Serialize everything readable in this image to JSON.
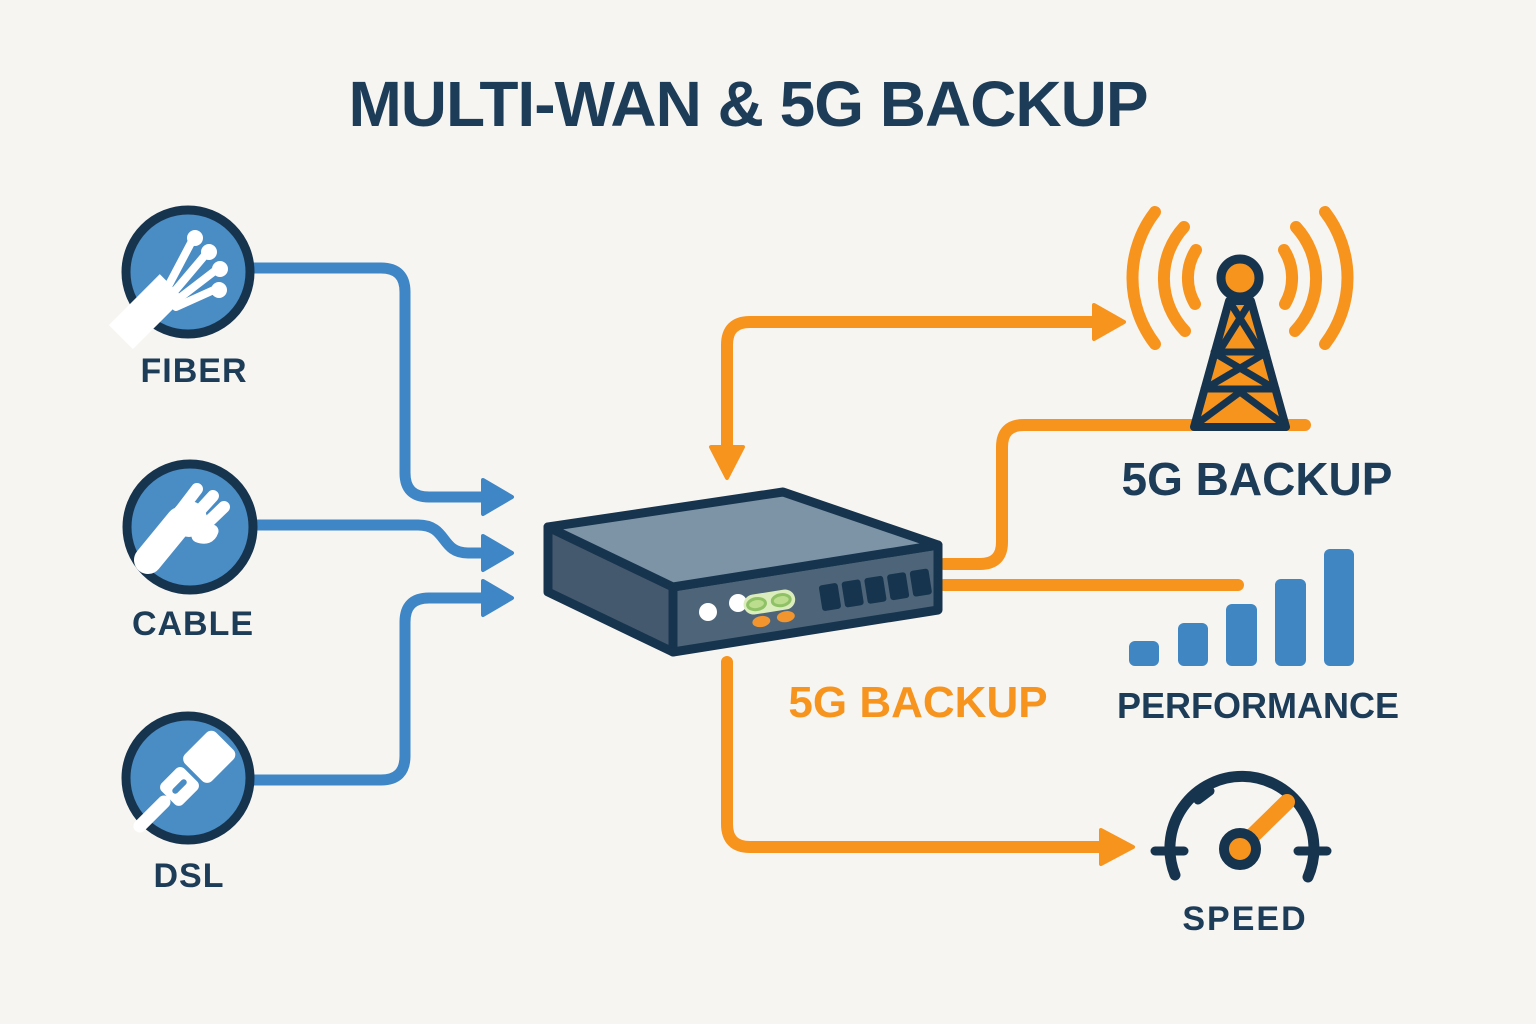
{
  "title": "MULTI-WAN & 5G BACKUP",
  "wan_sources": [
    {
      "label": "FIBER"
    },
    {
      "label": "CABLE"
    },
    {
      "label": "DSL"
    }
  ],
  "tower": {
    "label": "5G BACKUP"
  },
  "backup_path": {
    "label": "5G BACKUP"
  },
  "performance": {
    "label": "PERFORMANCE"
  },
  "speed": {
    "label": "SPEED"
  },
  "colors": {
    "navy": "#1D3C58",
    "blue": "#4A8CC4",
    "blue_line": "#3E86C5",
    "orange": "#F7941E",
    "background": "#F7F5F1",
    "router_top": "#7D94A7",
    "router_front": "#4E6579",
    "router_side": "#44596D",
    "led_green": "#BCDC8E",
    "led_glow": "#DCEDBD",
    "led_orange": "#F2952F",
    "bars_blue": "#3F86C3",
    "white": "#FFFFFF"
  }
}
